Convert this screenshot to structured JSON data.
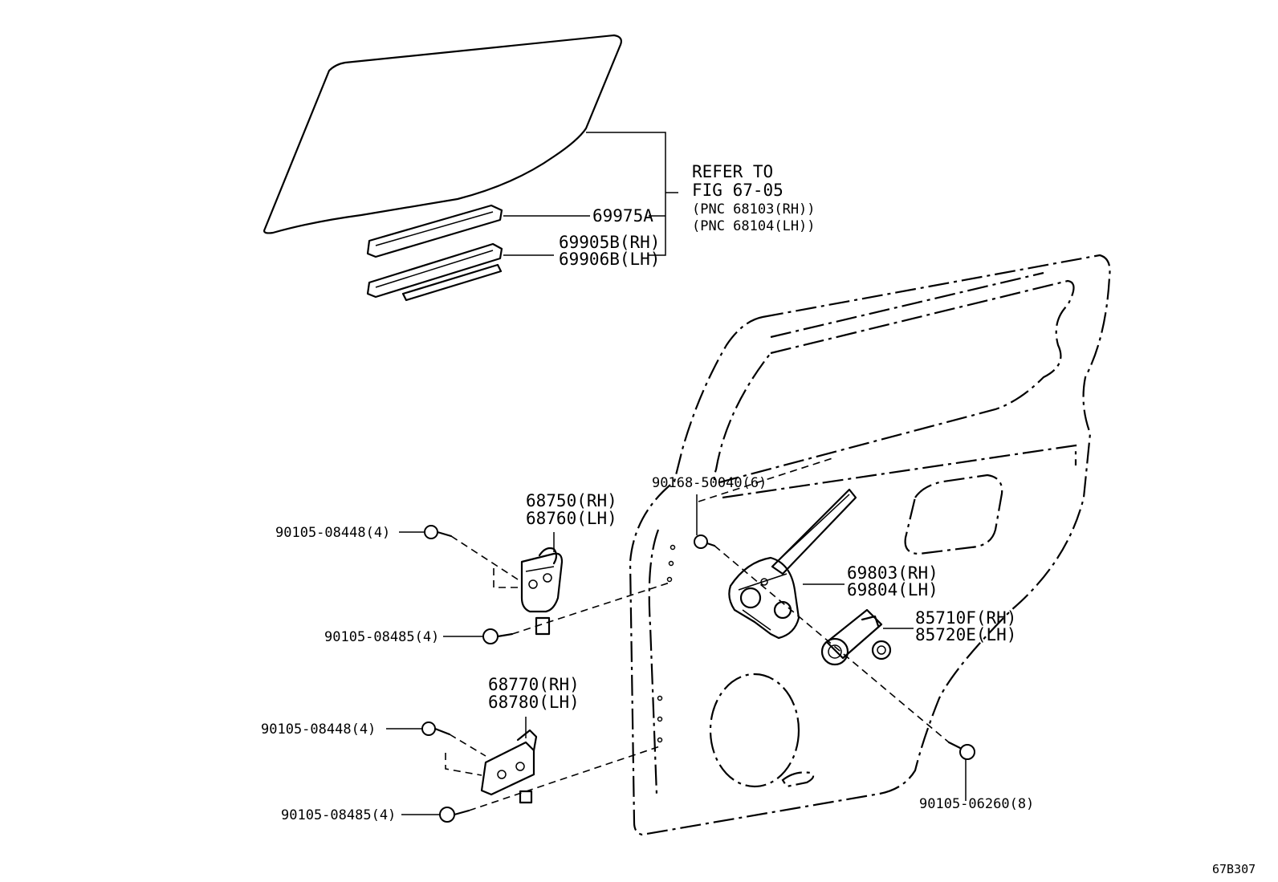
{
  "figure_id": "67B307",
  "reference": {
    "line1": "REFER TO",
    "line2": "FIG 67-05",
    "line3": "(PNC 68103(RH))",
    "line4": "(PNC 68104(LH))"
  },
  "callouts": {
    "glass_run": "69975A",
    "weatherstrip_rh": "69905B(RH)",
    "weatherstrip_lh": "69906B(LH)",
    "upper_hinge_rh": "68750(RH)",
    "upper_hinge_lh": "68760(LH)",
    "lower_hinge_rh": "68770(RH)",
    "lower_hinge_lh": "68780(LH)",
    "regulator_rh": "69803(RH)",
    "regulator_lh": "69804(LH)",
    "motor_rh": "85710F(RH)",
    "motor_lh": "85720E(LH)",
    "bolt_upper_door": "90105-08448(4)",
    "bolt_upper_body": "90105-08485(4)",
    "bolt_lower_door": "90105-08448(4)",
    "bolt_lower_body": "90105-08485(4)",
    "regulator_bolt": "90168-50040(6)",
    "door_bolt": "90105-06260(8)"
  }
}
